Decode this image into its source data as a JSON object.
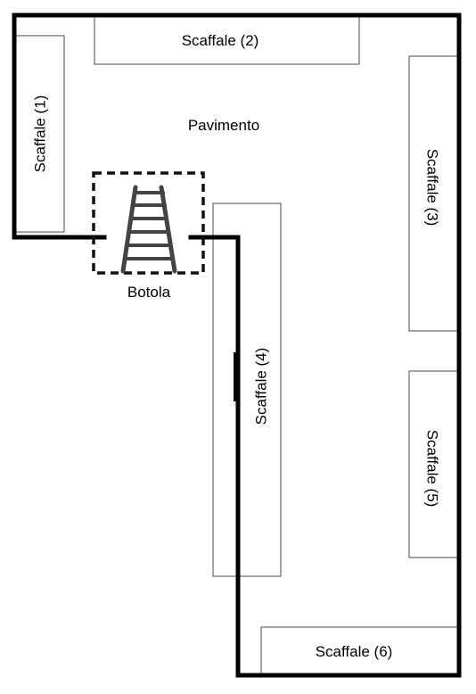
{
  "floor": {
    "label": "Pavimento"
  },
  "hatch": {
    "label": "Botola",
    "icon": "ladder-icon"
  },
  "shelves": [
    {
      "label": "Scaffale (1)"
    },
    {
      "label": "Scaffale (2)"
    },
    {
      "label": "Scaffale (3)"
    },
    {
      "label": "Scaffale (4)"
    },
    {
      "label": "Scaffale (5)"
    },
    {
      "label": "Scaffale (6)"
    }
  ],
  "colors": {
    "wall": "#000000",
    "shelf_outline": "#4a4a4a",
    "ladder": "#444444",
    "background": "#ffffff"
  }
}
